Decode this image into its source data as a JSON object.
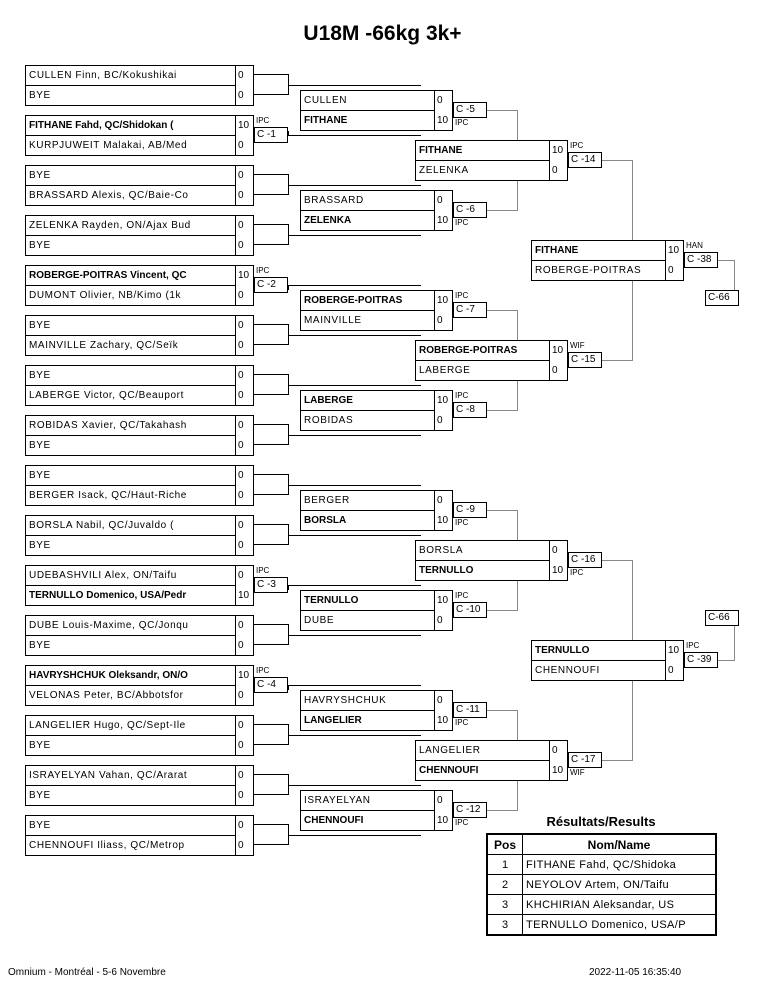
{
  "title": "U18M -66kg 3k+",
  "round1": [
    {
      "code": "",
      "note": "",
      "top": {
        "name": "CULLEN Finn, BC/Kokushikai",
        "score": "0",
        "win": false
      },
      "bot": {
        "name": "BYE",
        "score": "0",
        "win": false
      }
    },
    {
      "code": "C -1",
      "note": "IPC",
      "top": {
        "name": "FITHANE Fahd, QC/Shidokan (",
        "score": "10",
        "win": true
      },
      "bot": {
        "name": "KURPJUWEIT Malakai, AB/Med",
        "score": "0",
        "win": false
      }
    },
    {
      "code": "",
      "note": "",
      "top": {
        "name": "BYE",
        "score": "0",
        "win": false
      },
      "bot": {
        "name": "BRASSARD Alexis, QC/Baie-Co",
        "score": "0",
        "win": false
      }
    },
    {
      "code": "",
      "note": "",
      "top": {
        "name": "ZELENKA Rayden, ON/Ajax Bud",
        "score": "0",
        "win": false
      },
      "bot": {
        "name": "BYE",
        "score": "0",
        "win": false
      }
    },
    {
      "code": "C -2",
      "note": "IPC",
      "top": {
        "name": "ROBERGE-POITRAS Vincent, QC",
        "score": "10",
        "win": true
      },
      "bot": {
        "name": "DUMONT Olivier, NB/Kimo (1k",
        "score": "0",
        "win": false
      }
    },
    {
      "code": "",
      "note": "",
      "top": {
        "name": "BYE",
        "score": "0",
        "win": false
      },
      "bot": {
        "name": "MAINVILLE Zachary, QC/Seïk",
        "score": "0",
        "win": false
      }
    },
    {
      "code": "",
      "note": "",
      "top": {
        "name": "BYE",
        "score": "0",
        "win": false
      },
      "bot": {
        "name": "LABERGE Victor, QC/Beauport",
        "score": "0",
        "win": false
      }
    },
    {
      "code": "",
      "note": "",
      "top": {
        "name": "ROBIDAS Xavier, QC/Takahash",
        "score": "0",
        "win": false
      },
      "bot": {
        "name": "BYE",
        "score": "0",
        "win": false
      }
    },
    {
      "code": "",
      "note": "",
      "top": {
        "name": "BYE",
        "score": "0",
        "win": false
      },
      "bot": {
        "name": "BERGER Isack, QC/Haut-Riche",
        "score": "0",
        "win": false
      }
    },
    {
      "code": "",
      "note": "",
      "top": {
        "name": "BORSLA Nabil, QC/Juvaldo (",
        "score": "0",
        "win": false
      },
      "bot": {
        "name": "BYE",
        "score": "0",
        "win": false
      }
    },
    {
      "code": "C -3",
      "note": "IPC",
      "top": {
        "name": "UDEBASHVILI Alex, ON/Taifu",
        "score": "0",
        "win": false
      },
      "bot": {
        "name": "TERNULLO Domenico, USA/Pedr",
        "score": "10",
        "win": true
      }
    },
    {
      "code": "",
      "note": "",
      "top": {
        "name": "DUBE Louis-Maxime, QC/Jonqu",
        "score": "0",
        "win": false
      },
      "bot": {
        "name": "BYE",
        "score": "0",
        "win": false
      }
    },
    {
      "code": "C -4",
      "note": "IPC",
      "top": {
        "name": "HAVRYSHCHUK Oleksandr, ON/O",
        "score": "10",
        "win": true
      },
      "bot": {
        "name": "VELONAS Peter, BC/Abbotsfor",
        "score": "0",
        "win": false
      }
    },
    {
      "code": "",
      "note": "",
      "top": {
        "name": "LANGELIER Hugo, QC/Sept-Ile",
        "score": "0",
        "win": false
      },
      "bot": {
        "name": "BYE",
        "score": "0",
        "win": false
      }
    },
    {
      "code": "",
      "note": "",
      "top": {
        "name": "ISRAYELYAN Vahan, QC/Ararat",
        "score": "0",
        "win": false
      },
      "bot": {
        "name": "BYE",
        "score": "0",
        "win": false
      }
    },
    {
      "code": "",
      "note": "",
      "top": {
        "name": "BYE",
        "score": "0",
        "win": false
      },
      "bot": {
        "name": "CHENNOUFI Iliass, QC/Metrop",
        "score": "0",
        "win": false
      }
    }
  ],
  "round2": [
    {
      "code": "C -5",
      "note": "IPC",
      "noteBelow": true,
      "top": {
        "name": "CULLEN",
        "score": "0",
        "win": false
      },
      "bot": {
        "name": "FITHANE",
        "score": "10",
        "win": true
      }
    },
    {
      "code": "C -6",
      "note": "IPC",
      "noteBelow": true,
      "top": {
        "name": "BRASSARD",
        "score": "0",
        "win": false
      },
      "bot": {
        "name": "ZELENKA",
        "score": "10",
        "win": true
      }
    },
    {
      "code": "C -7",
      "note": "IPC",
      "noteBelow": false,
      "top": {
        "name": "ROBERGE-POITRAS",
        "score": "10",
        "win": true
      },
      "bot": {
        "name": "MAINVILLE",
        "score": "0",
        "win": false
      }
    },
    {
      "code": "C -8",
      "note": "IPC",
      "noteBelow": false,
      "top": {
        "name": "LABERGE",
        "score": "10",
        "win": true
      },
      "bot": {
        "name": "ROBIDAS",
        "score": "0",
        "win": false
      }
    },
    {
      "code": "C -9",
      "note": "IPC",
      "noteBelow": true,
      "top": {
        "name": "BERGER",
        "score": "0",
        "win": false
      },
      "bot": {
        "name": "BORSLA",
        "score": "10",
        "win": true
      }
    },
    {
      "code": "C -10",
      "note": "IPC",
      "noteBelow": false,
      "top": {
        "name": "TERNULLO",
        "score": "10",
        "win": true
      },
      "bot": {
        "name": "DUBE",
        "score": "0",
        "win": false
      }
    },
    {
      "code": "C -11",
      "note": "IPC",
      "noteBelow": true,
      "top": {
        "name": "HAVRYSHCHUK",
        "score": "0",
        "win": false
      },
      "bot": {
        "name": "LANGELIER",
        "score": "10",
        "win": true
      }
    },
    {
      "code": "C -12",
      "note": "IPC",
      "noteBelow": true,
      "top": {
        "name": "ISRAYELYAN",
        "score": "0",
        "win": false
      },
      "bot": {
        "name": "CHENNOUFI",
        "score": "10",
        "win": true
      }
    }
  ],
  "round3": [
    {
      "code": "C -14",
      "note": "IPC",
      "noteBelow": false,
      "top": {
        "name": "FITHANE",
        "score": "10",
        "win": true
      },
      "bot": {
        "name": "ZELENKA",
        "score": "0",
        "win": false
      }
    },
    {
      "code": "C -15",
      "note": "WIF",
      "noteBelow": false,
      "top": {
        "name": "ROBERGE-POITRAS",
        "score": "10",
        "win": true
      },
      "bot": {
        "name": "LABERGE",
        "score": "0",
        "win": false
      }
    },
    {
      "code": "C -16",
      "note": "IPC",
      "noteBelow": true,
      "top": {
        "name": "BORSLA",
        "score": "0",
        "win": false
      },
      "bot": {
        "name": "TERNULLO",
        "score": "10",
        "win": true
      }
    },
    {
      "code": "C -17",
      "note": "WIF",
      "noteBelow": true,
      "top": {
        "name": "LANGELIER",
        "score": "0",
        "win": false
      },
      "bot": {
        "name": "CHENNOUFI",
        "score": "10",
        "win": true
      }
    }
  ],
  "round4": [
    {
      "code": "C -38",
      "note": "HAN",
      "noteBelow": false,
      "next": "C-66",
      "top": {
        "name": "FITHANE",
        "score": "10",
        "win": true
      },
      "bot": {
        "name": "ROBERGE-POITRAS",
        "score": "0",
        "win": false
      }
    },
    {
      "code": "C -39",
      "note": "IPC",
      "noteBelow": false,
      "next": "C-66",
      "top": {
        "name": "TERNULLO",
        "score": "10",
        "win": true
      },
      "bot": {
        "name": "CHENNOUFI",
        "score": "0",
        "win": false
      }
    }
  ],
  "results": {
    "title": "Résultats/Results",
    "headers": [
      "Pos",
      "Nom/Name"
    ],
    "rows": [
      {
        "pos": "1",
        "name": "FITHANE Fahd, QC/Shidoka"
      },
      {
        "pos": "2",
        "name": "NEYOLOV Artem, ON/Taifu"
      },
      {
        "pos": "3",
        "name": "KHCHIRIAN Aleksandar, US"
      },
      {
        "pos": "3",
        "name": "TERNULLO Domenico, USA/P"
      }
    ]
  },
  "footer": {
    "event": "Omnium - Montréal - 5-6 Novembre",
    "timestamp": "2022-11-05 16:35:40"
  }
}
